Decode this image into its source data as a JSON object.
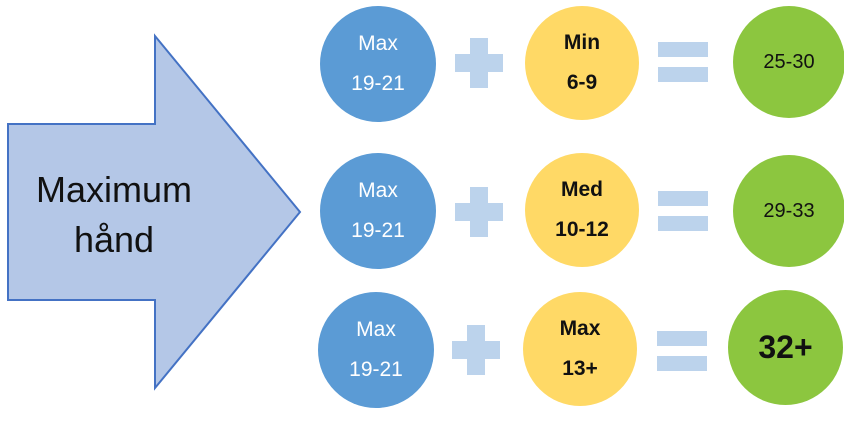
{
  "arrow": {
    "line1": "Maximum",
    "line2": "hånd",
    "fill": "#b4c7e7",
    "stroke": "#4472c4"
  },
  "colors": {
    "blue": "#5b9bd5",
    "yellow": "#ffd966",
    "green": "#8cc63f",
    "operator": "#bcd3ec"
  },
  "rows": [
    {
      "left": {
        "label": "Max",
        "range": "19-21"
      },
      "middle": {
        "label": "Min",
        "range": "6-9"
      },
      "result": "25-30"
    },
    {
      "left": {
        "label": "Max",
        "range": "19-21"
      },
      "middle": {
        "label": "Med",
        "range": "10-12"
      },
      "result": "29-33"
    },
    {
      "left": {
        "label": "Max",
        "range": "19-21"
      },
      "middle": {
        "label": "Max",
        "range": "13+"
      },
      "result": "32+"
    }
  ]
}
